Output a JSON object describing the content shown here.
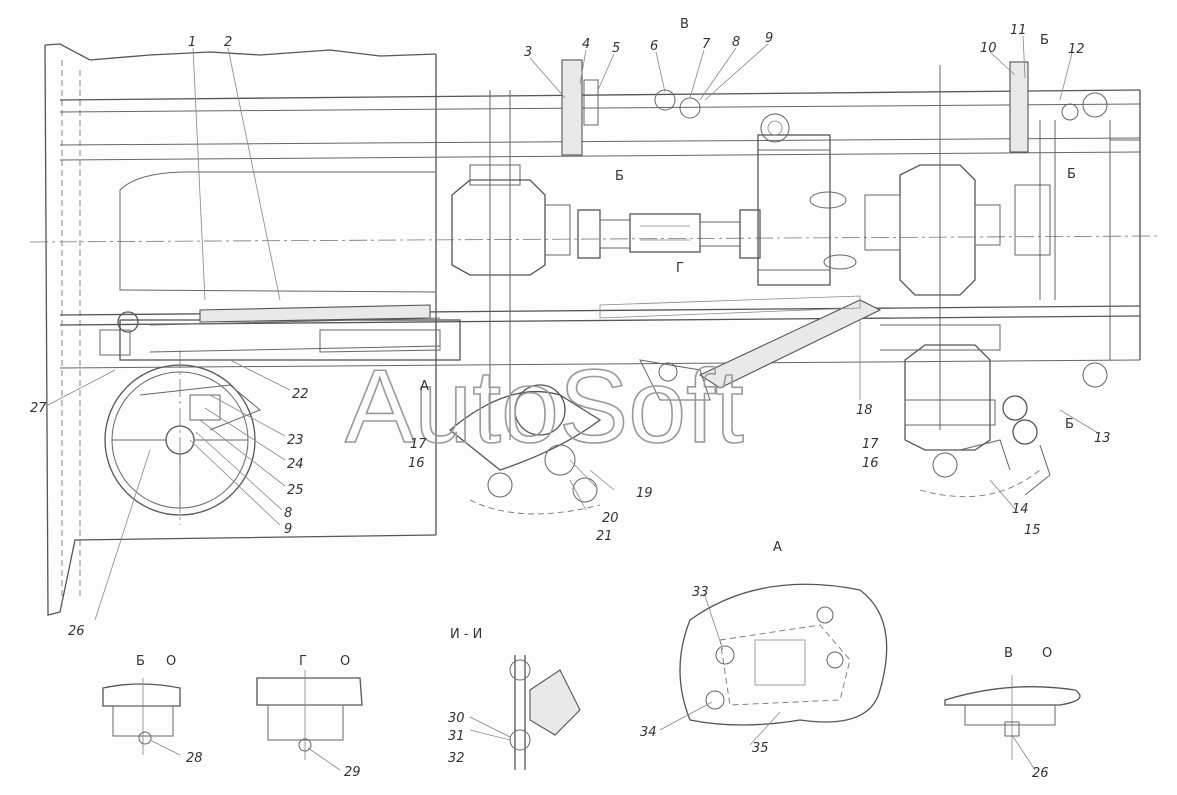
{
  "watermark": "AutoSoft",
  "labels": {
    "l1": "1",
    "l2": "2",
    "l3": "3",
    "l4": "4",
    "l5": "5",
    "l6": "6",
    "l7": "7",
    "l8": "8",
    "l9": "9",
    "l10": "10",
    "l11": "11",
    "l12": "12",
    "l13": "13",
    "l14": "14",
    "l15": "15",
    "l16a": "16",
    "l16b": "16",
    "l17a": "17",
    "l17b": "17",
    "l18": "18",
    "l19": "19",
    "l20": "20",
    "l21": "21",
    "l22": "22",
    "l23": "23",
    "l24": "24",
    "l25": "25",
    "l26": "26",
    "l27": "27",
    "l28": "28",
    "l29": "29",
    "l30": "30",
    "l31": "31",
    "l32": "32",
    "l33": "33",
    "l34": "34",
    "l35": "35",
    "l26b": "26",
    "l8b": "8",
    "l9b": "9"
  },
  "markers": {
    "b_top": "B",
    "b_right": "Б",
    "b_top2": "Б",
    "g_mid": "Г",
    "a_left": "А",
    "b_mid": "Б",
    "a_bottom": "А",
    "b_arrow": "Б"
  },
  "sections": {
    "ii": "И - И",
    "b": "Б",
    "b_o": "О",
    "g": "Г",
    "g_o": "О",
    "v": "В",
    "v_o": "О"
  }
}
